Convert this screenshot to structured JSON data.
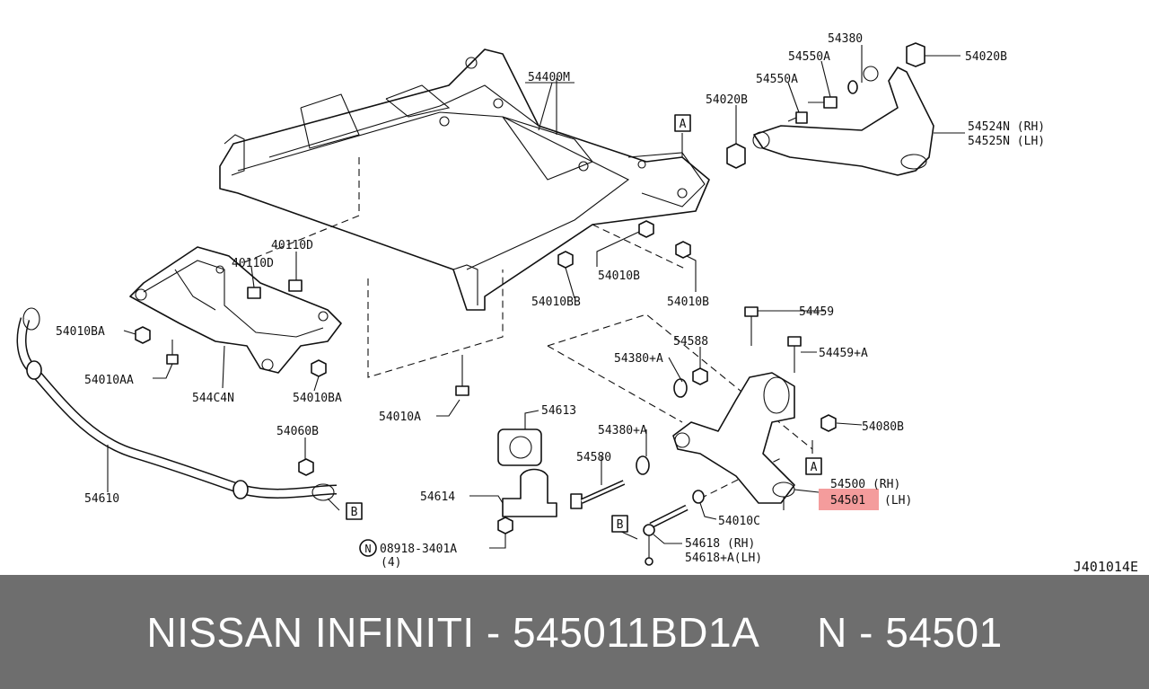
{
  "diagram": {
    "ref_code": "J401014E",
    "highlighted_part": "54501",
    "box_letters": {
      "a_top": "A",
      "a_right": "A",
      "b_right": "B",
      "b_lower": "B"
    },
    "labels": {
      "p54400M": "54400M",
      "p54380": "54380",
      "p54550A_1": "54550A",
      "p54550A_2": "54550A",
      "p54020B_1": "54020B",
      "p54020B_2": "54020B",
      "p54524N": "54524N (RH)",
      "p54525N": "54525N (LH)",
      "p40110D_1": "40110D",
      "p40110D_2": "40110D",
      "p54010BA_1": "54010BA",
      "p54010AA": "54010AA",
      "p544C4N": "544C4N",
      "p54010BA_2": "54010BA",
      "p54010B_1": "54010B",
      "p54010BB": "54010BB",
      "p54010B_2": "54010B",
      "p54459": "54459",
      "p54588": "54588",
      "p54380A_1": "54380+A",
      "p54459A": "54459+A",
      "p54010A": "54010A",
      "p54613": "54613",
      "p54060B": "54060B",
      "p54380A_2": "54380+A",
      "p54080B": "54080B",
      "p54580": "54580",
      "p54500": "54500 (RH)",
      "p54501_num": "54501",
      "p54501_side": "(LH)",
      "p54610": "54610",
      "p54614": "54614",
      "p54010C": "54010C",
      "p54618": "54618 (RH)",
      "p54618A": "54618+A(LH)",
      "p08918_letter": "N",
      "p08918": "08918-3401A",
      "p08918_qty": "(4)"
    }
  },
  "footer": {
    "title": "NISSAN INFINITI - 545011BD1A     N - 54501"
  }
}
